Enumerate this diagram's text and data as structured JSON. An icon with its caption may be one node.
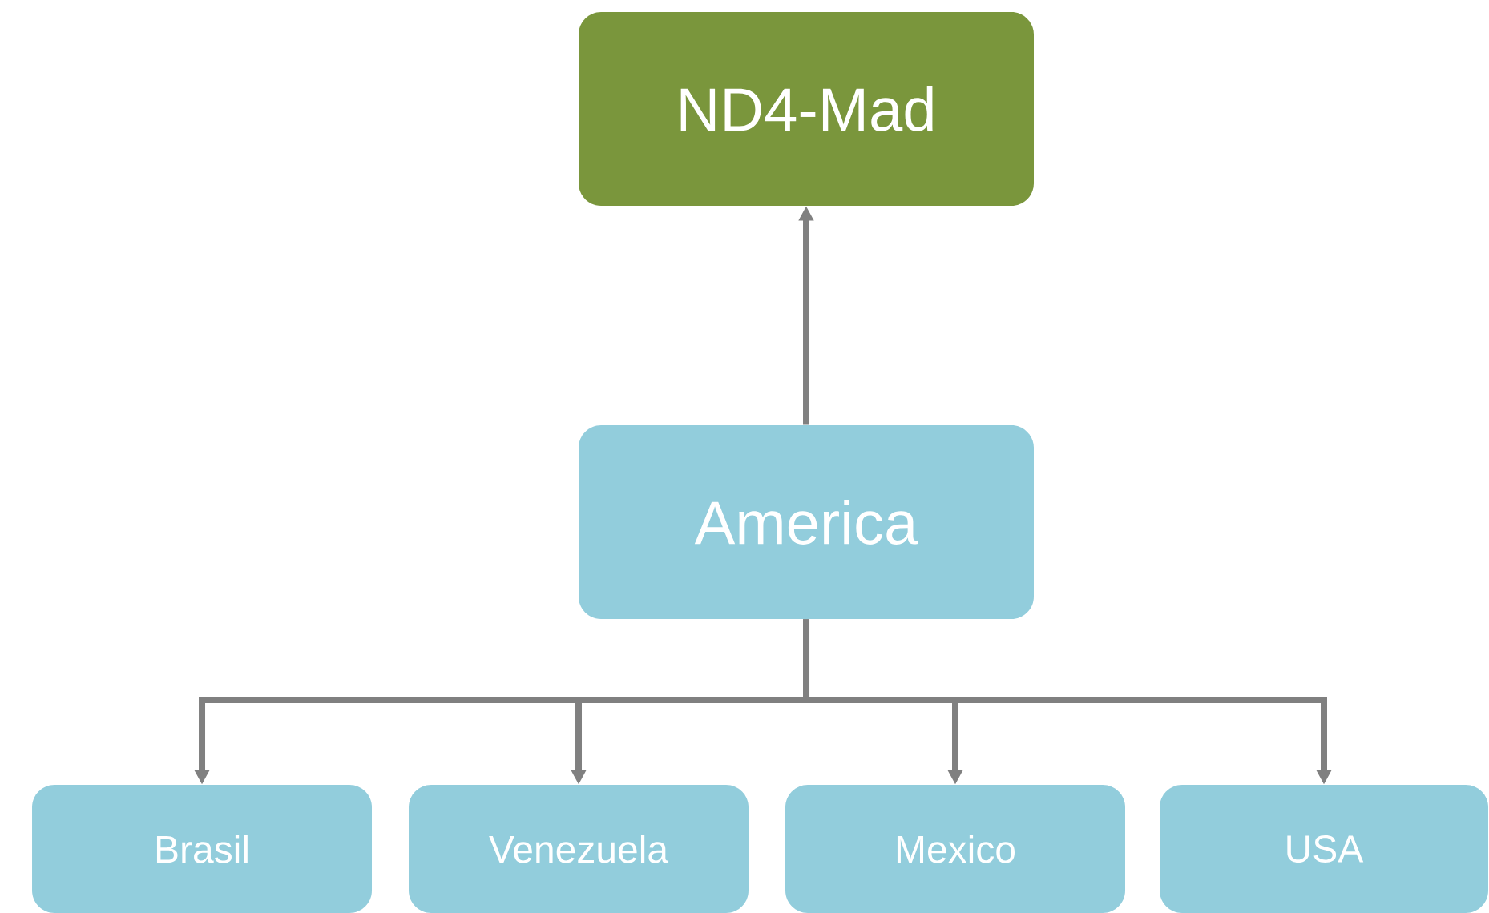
{
  "diagram": {
    "nodes": [
      {
        "text": [
          "ND4-Mad"
        ]
      },
      {
        "text": [
          "America"
        ]
      },
      {
        "text": [
          "Brasil"
        ]
      },
      {
        "text": [
          "Venezuela"
        ]
      },
      {
        "text": [
          "Mexico"
        ]
      },
      {
        "text": [
          "USA"
        ]
      }
    ],
    "edges": [
      {
        "from": 1,
        "to": 0,
        "arrow": "to"
      },
      {
        "from": 1,
        "to": 2,
        "arrow": "to"
      },
      {
        "from": 1,
        "to": 3,
        "arrow": "to"
      },
      {
        "from": 1,
        "to": 4,
        "arrow": "to"
      },
      {
        "from": 1,
        "to": 5,
        "arrow": "to"
      }
    ]
  }
}
